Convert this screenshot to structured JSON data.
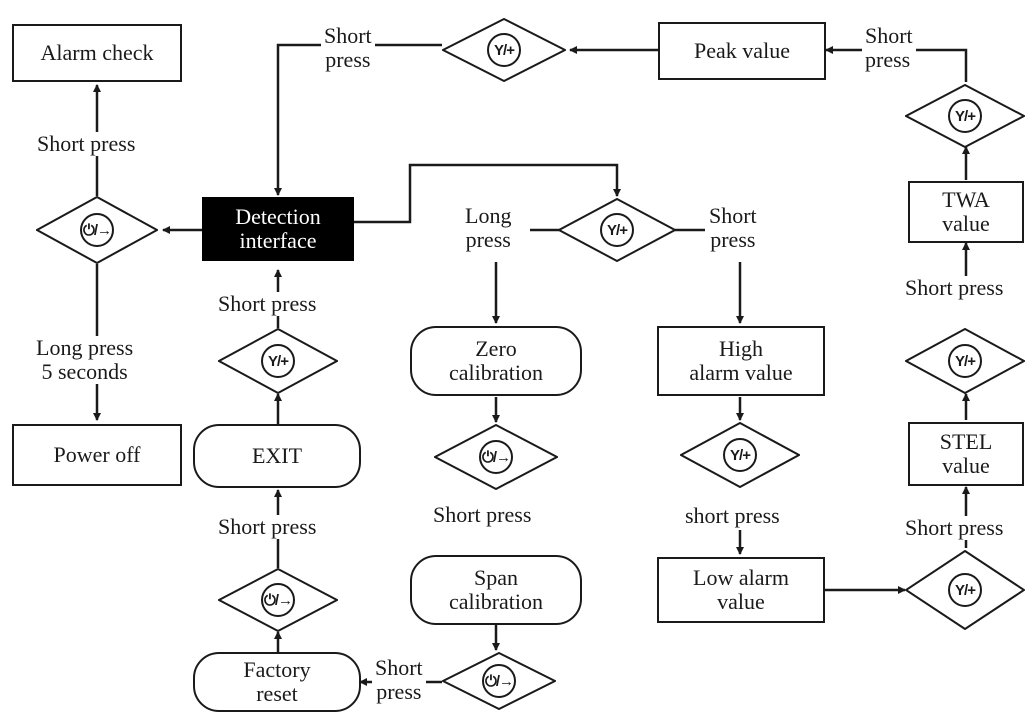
{
  "nodes": {
    "alarm_check": "Alarm check",
    "detection_interface": [
      "Detection",
      "interface"
    ],
    "power_off": "Power off",
    "exit": "EXIT",
    "factory_reset": [
      "Factory",
      "reset"
    ],
    "zero_calibration": [
      "Zero",
      "calibration"
    ],
    "span_calibration": [
      "Span",
      "calibration"
    ],
    "high_alarm_value": [
      "High",
      "alarm value"
    ],
    "low_alarm_value": [
      "Low alarm",
      "value"
    ],
    "peak_value": "Peak value",
    "twa_value": [
      "TWA",
      "value"
    ],
    "stel_value": [
      "STEL",
      "value"
    ]
  },
  "buttons": {
    "confirm_plus": "Y/+",
    "power_next": "⏻/→"
  },
  "labels": {
    "short_press": "Short press",
    "short_press_lower": "short press",
    "short_press_split": [
      "Short",
      "press"
    ],
    "long_press_split": [
      "Long",
      "press"
    ],
    "long_press_5s": [
      "Long press",
      "5 seconds"
    ]
  },
  "colors": {
    "line": "#1a1a1a",
    "dark_fill": "#000000"
  }
}
